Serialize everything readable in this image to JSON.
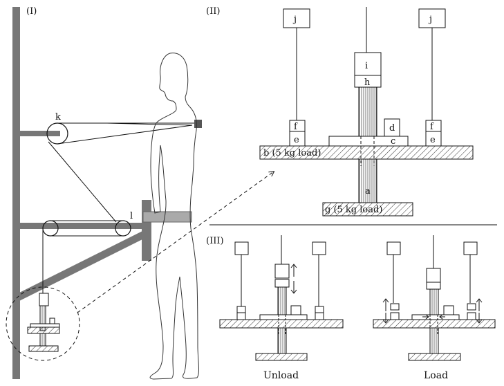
{
  "panels": {
    "p1": "(I)",
    "p2": "(II)",
    "p3": "(III)"
  },
  "labels": {
    "a": "a",
    "b": "b (5 kg load)",
    "c": "c",
    "d": "d",
    "e": "e",
    "f": "f",
    "g": "g (5 kg load)",
    "h": "h",
    "i": "i",
    "j": "j",
    "k": "k",
    "l": "l"
  },
  "captions": {
    "unload": "Unload",
    "load": "Load"
  },
  "colors": {
    "frame": "#777777",
    "line": "#111111",
    "sensor": "#555555"
  }
}
